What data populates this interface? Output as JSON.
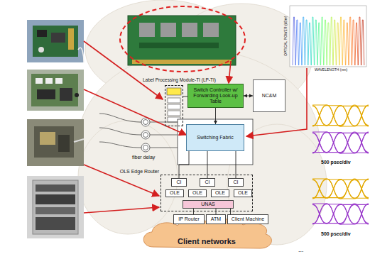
{
  "diagram": {
    "nodes": [
      {
        "text": [
          "Label Processing Module-TI (LP-TI)"
        ]
      },
      {
        "text": [
          "Switch Controller w/ Forwarding Look-up Table"
        ]
      },
      {
        "text": [
          "NC&M"
        ]
      },
      {
        "text": [
          "Switching Fabric"
        ]
      },
      {
        "text": [
          "OLS Edge Router"
        ]
      },
      {
        "text": [
          "CI"
        ],
        "in": 4
      },
      {
        "text": [
          "CI"
        ],
        "in": 4
      },
      {
        "text": [
          "CI"
        ],
        "in": 4
      },
      {
        "text": [
          "OLE"
        ],
        "in": 4
      },
      {
        "text": [
          "OLE"
        ],
        "in": 4
      },
      {
        "text": [
          "OLE"
        ],
        "in": 4
      },
      {
        "text": [
          "OLE"
        ],
        "in": 4
      },
      {
        "text": [
          "UNAS"
        ],
        "in": 4
      },
      {
        "text": [
          "Client networks"
        ]
      },
      {
        "text": [
          "IP Router"
        ],
        "in": 13
      },
      {
        "text": [
          "ATM"
        ],
        "in": 13
      },
      {
        "text": [
          "Client Machine"
        ],
        "in": 13
      }
    ],
    "edges": [
      {
        "from": 0,
        "to": 1,
        "arrow": "none"
      },
      {
        "from": 1,
        "to": 2,
        "arrow": "both"
      },
      {
        "from": 1,
        "to": 3,
        "arrow": "to"
      },
      {
        "from": 5,
        "to": 3,
        "arrow": "none"
      },
      {
        "from": 6,
        "to": 3,
        "arrow": "none"
      },
      {
        "from": 7,
        "to": 3,
        "arrow": "none"
      },
      {
        "from": 12,
        "to": 14,
        "arrow": "none"
      },
      {
        "from": 12,
        "to": 15,
        "arrow": "none"
      },
      {
        "from": 12,
        "to": 16,
        "arrow": "none"
      }
    ],
    "labels": [
      "fiber delay",
      "500 psec/div",
      "500 psec/div",
      "...",
      "WAVELENGTH (nm)",
      "OPTICAL POWER (dBm)"
    ]
  }
}
